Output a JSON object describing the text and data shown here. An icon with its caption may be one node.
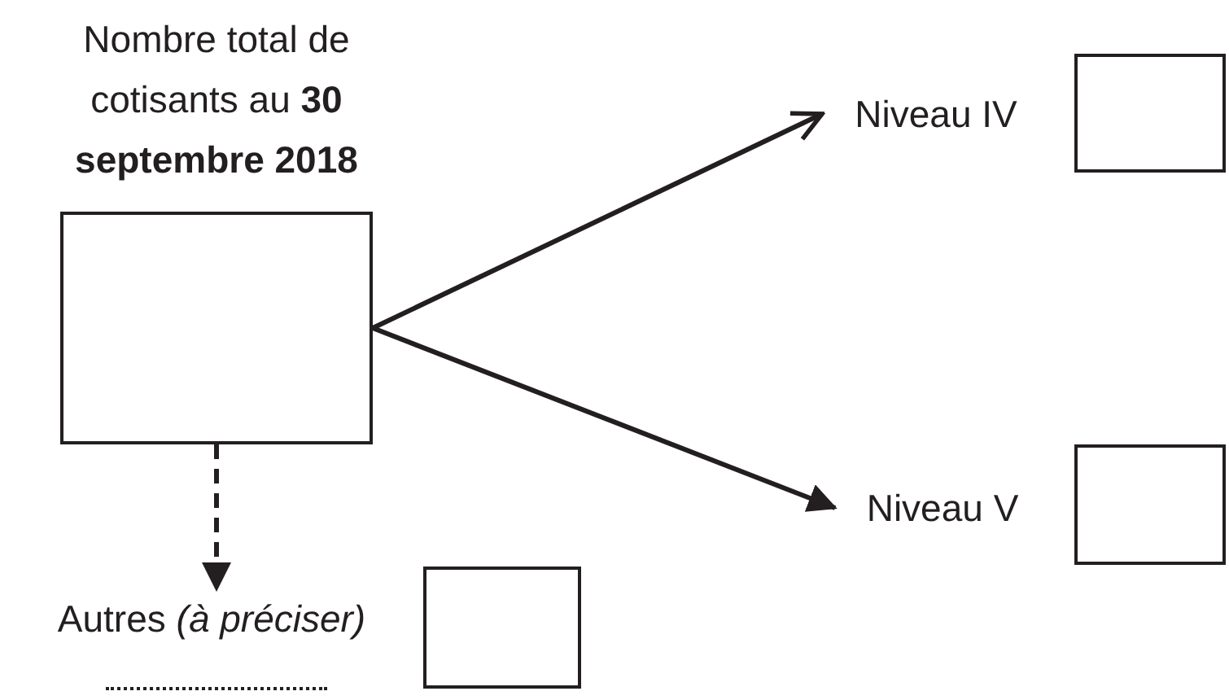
{
  "diagram": {
    "nodes": [
      {
        "text": [
          "Nombre total de cotisants au **30 septembre 2018**"
        ]
      },
      {
        "text": [
          "Niveau IV"
        ]
      },
      {
        "text": [],
        "shape": "box"
      },
      {
        "text": [
          "Niveau V"
        ]
      },
      {
        "text": [],
        "shape": "box"
      },
      {
        "text": [
          "Autres *(à préciser)*"
        ]
      },
      {
        "text": [],
        "shape": "box"
      }
    ],
    "edges": [
      {
        "from": 0,
        "to": 1,
        "arrow": "to"
      },
      {
        "from": 0,
        "to": 3,
        "arrow": "to"
      },
      {
        "from": 0,
        "to": 5,
        "arrow": "to",
        "style": "dashed"
      }
    ]
  }
}
